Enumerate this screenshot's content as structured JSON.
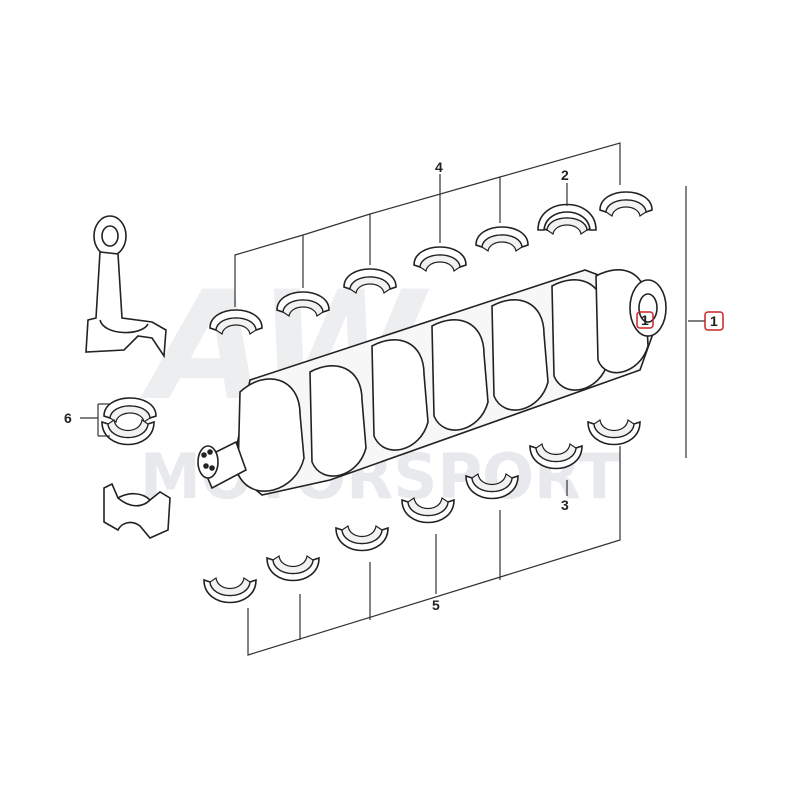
{
  "diagram": {
    "labels": {
      "l1": "1",
      "l2": "2",
      "l3": "3",
      "l4": "4",
      "l5": "5",
      "l6": "6",
      "lpin": "1"
    },
    "watermark": {
      "text": "MOTORSPORT"
    },
    "colors": {
      "highlight_box": "#cc2222",
      "line": "#333333",
      "watermark": "#e7e9ec"
    }
  }
}
